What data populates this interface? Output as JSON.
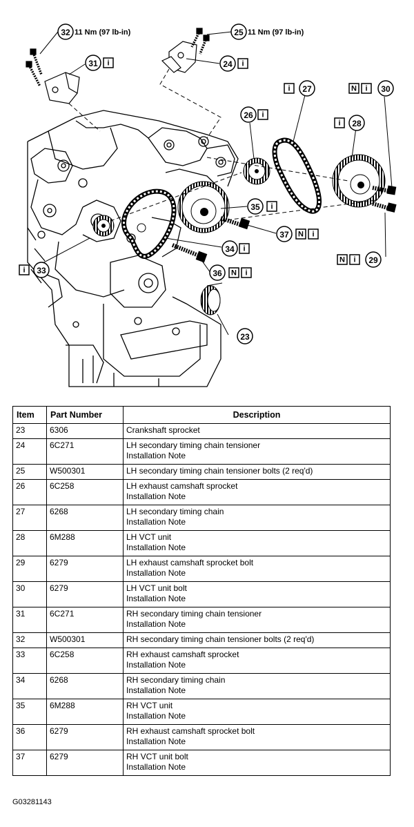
{
  "callouts": {
    "c23": "23",
    "c24": "24",
    "c25": "25",
    "c26": "26",
    "c27": "27",
    "c28": "28",
    "c29": "29",
    "c30": "30",
    "c31": "31",
    "c32": "32",
    "c33": "33",
    "c34": "34",
    "c35": "35",
    "c36": "36",
    "c37": "37"
  },
  "torque": {
    "t32": "11 Nm (97 lb-in)",
    "t25": "11 Nm (97 lb-in)"
  },
  "symbols": {
    "info": "i",
    "new": "N"
  },
  "table": {
    "headers": {
      "item": "Item",
      "part": "Part Number",
      "desc": "Description"
    },
    "rows": [
      {
        "item": "23",
        "part": "6306",
        "desc": "Crankshaft sprocket",
        "note": ""
      },
      {
        "item": "24",
        "part": "6C271",
        "desc": "LH secondary timing chain tensioner",
        "note": "Installation Note"
      },
      {
        "item": "25",
        "part": "W500301",
        "desc": "LH secondary timing chain tensioner bolts (2 req'd)",
        "note": ""
      },
      {
        "item": "26",
        "part": "6C258",
        "desc": "LH exhaust camshaft sprocket",
        "note": "Installation Note"
      },
      {
        "item": "27",
        "part": "6268",
        "desc": "LH secondary timing chain",
        "note": "Installation Note"
      },
      {
        "item": "28",
        "part": "6M288",
        "desc": "LH VCT unit",
        "note": "Installation Note"
      },
      {
        "item": "29",
        "part": "6279",
        "desc": "LH exhaust camshaft sprocket bolt",
        "note": "Installation Note"
      },
      {
        "item": "30",
        "part": "6279",
        "desc": "LH VCT unit bolt",
        "note": "Installation Note"
      },
      {
        "item": "31",
        "part": "6C271",
        "desc": "RH secondary timing chain tensioner",
        "note": "Installation Note"
      },
      {
        "item": "32",
        "part": "W500301",
        "desc": "RH secondary timing chain tensioner bolts (2 req'd)",
        "note": ""
      },
      {
        "item": "33",
        "part": "6C258",
        "desc": "RH exhaust camshaft sprocket",
        "note": "Installation Note"
      },
      {
        "item": "34",
        "part": "6268",
        "desc": "RH secondary timing chain",
        "note": "Installation Note"
      },
      {
        "item": "35",
        "part": "6M288",
        "desc": "RH VCT unit",
        "note": "Installation Note"
      },
      {
        "item": "36",
        "part": "6279",
        "desc": "RH exhaust camshaft sprocket bolt",
        "note": "Installation Note"
      },
      {
        "item": "37",
        "part": "6279",
        "desc": "RH VCT unit bolt",
        "note": "Installation Note"
      }
    ]
  },
  "figure_id": "G03281143"
}
